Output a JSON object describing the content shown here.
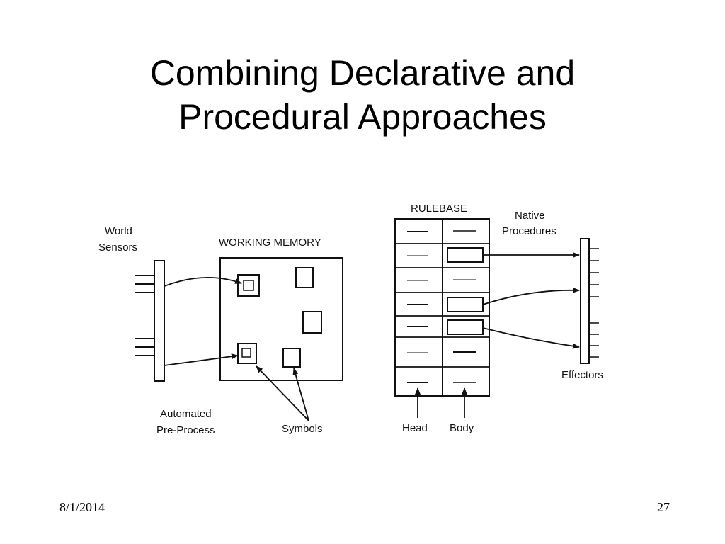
{
  "slide": {
    "title_line1": "Combining Declarative and",
    "title_line2": "Procedural Approaches"
  },
  "diagram": {
    "world_label_1": "World",
    "world_label_2": "Sensors",
    "working_memory_label": "WORKING MEMORY",
    "rulebase_label": "RULEBASE",
    "native_label_1": "Native",
    "native_label_2": "Procedures",
    "effectors_label": "Effectors",
    "preprocess_label_1": "Automated",
    "preprocess_label_2": "Pre-Process",
    "symbols_label": "Symbols",
    "head_label": "Head",
    "body_label": "Body"
  },
  "footer": {
    "date": "8/1/2014",
    "page": "27"
  }
}
